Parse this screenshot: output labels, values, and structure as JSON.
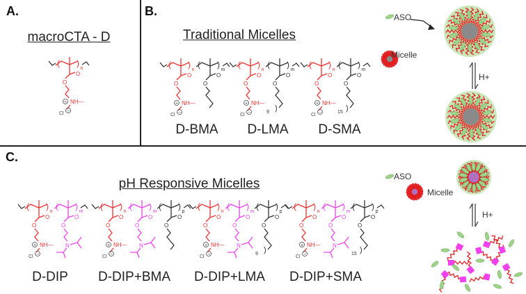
{
  "panels": {
    "a": {
      "label": "A.",
      "title": "macroCTA - D"
    },
    "b": {
      "label": "B.",
      "title": "Traditional Micelles",
      "compounds": [
        "D-BMA",
        "D-LMA",
        "D-SMA"
      ]
    },
    "c": {
      "label": "C.",
      "title": "pH Responsive Micelles",
      "compounds": [
        "D-DIP",
        "D-DIP+BMA",
        "D-DIP+LMA",
        "D-DIP+SMA"
      ]
    }
  },
  "scheme": {
    "aso": "ASO",
    "micelle": "Micelle",
    "acid": "H+"
  },
  "atoms": {
    "oxygen": "O",
    "amine_h": "NH",
    "amine": "N",
    "chloride": "Cl",
    "plus": "+",
    "minus": "−"
  },
  "subscripts": {
    "n": "n",
    "m": "m",
    "p": "p",
    "lauryl": "9",
    "stearyl": "15"
  },
  "colors": {
    "dma": "#f03030",
    "dip": "#f040f0",
    "hydrophobic": "#333333",
    "aso": "#9fd38a",
    "core_b": "#8a8a8a",
    "core_c": "#b070c0",
    "divider": "#222222"
  }
}
